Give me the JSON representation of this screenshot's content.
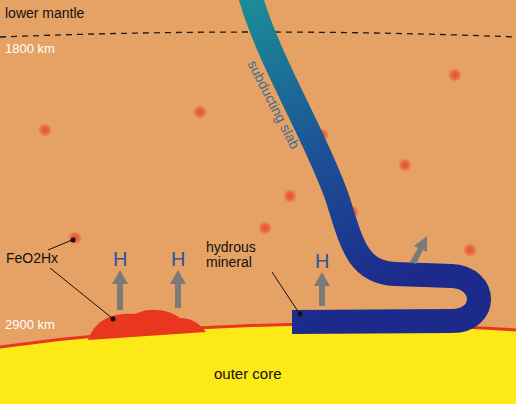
{
  "diagram": {
    "labels": [
      "lower mantle",
      "1800 km",
      "subducting slab",
      "FeO2Hx",
      "H",
      "H",
      "hydrous mineral",
      "H",
      "2900 km",
      "outer core"
    ]
  }
}
